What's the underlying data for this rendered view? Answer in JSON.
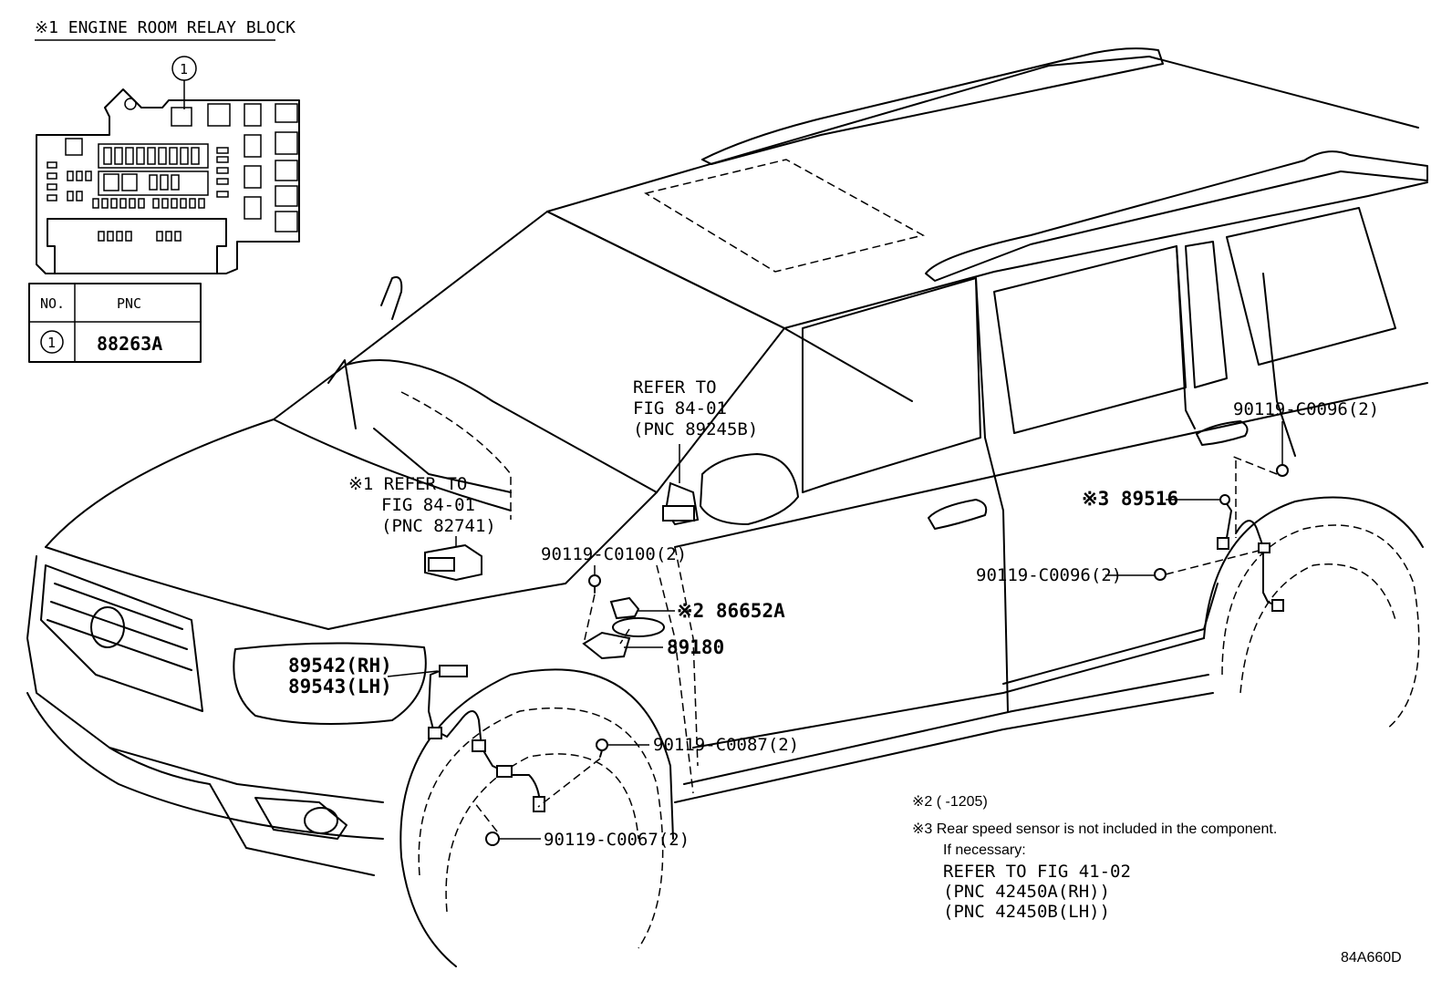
{
  "relay_block": {
    "title": "※1 ENGINE ROOM RELAY BLOCK",
    "callout": "1"
  },
  "table": {
    "col_no": "NO.",
    "col_pnc": "PNC",
    "row_no": "1",
    "row_pnc": "88263A"
  },
  "refs": {
    "refer1": [
      "REFER TO",
      "FIG 84-01",
      "(PNC 89245B)"
    ],
    "refer2": [
      "※1 REFER TO",
      "FIG 84-01",
      "(PNC 82741)"
    ]
  },
  "parts": {
    "p_0100": "90119-C0100(2)",
    "p_86652": "※2 86652A",
    "p_89180": "89180",
    "p_89542": "89542(RH)",
    "p_89543": "89543(LH)",
    "p_0087": "90119-C0087(2)",
    "p_0067": "90119-C0067(2)",
    "p_0096a": "90119-C0096(2)",
    "p_0096b": "90119-C0096(2)",
    "p_89516": "※3 89516"
  },
  "notes": {
    "n2": "※2 (      -1205)",
    "n3": "※3 Rear speed sensor is not included in the component.",
    "n3b": "If necessary:",
    "n3c": "REFER TO FIG 41-02",
    "n3d": "(PNC 42450A(RH))",
    "n3e": "(PNC 42450B(LH))"
  },
  "figure_code": "84A660D"
}
